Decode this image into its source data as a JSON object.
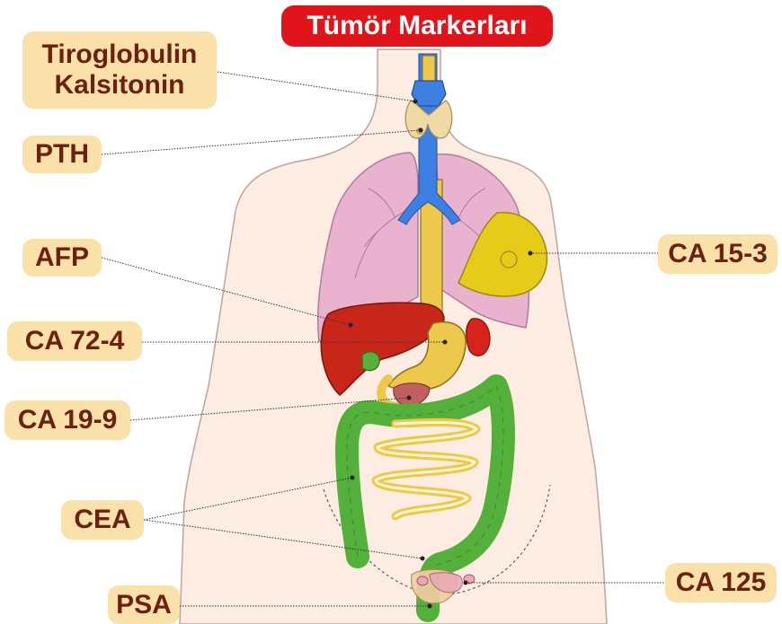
{
  "title": "Tümör Markerları",
  "colors": {
    "title_bg": "#e0151b",
    "label_bg": "#f9e1a9",
    "label_text": "#6b2010",
    "skin": "#fdece2",
    "lungs": "#e9b3cf",
    "liver": "#c9261a",
    "stomach": "#ecc94b",
    "breast": "#e6cc18",
    "intestine": "#53b03b",
    "trachea": "#3d7fe3"
  },
  "labels": {
    "tiroglobulin": "Tiroglobulin",
    "kalsitonin": "Kalsitonin",
    "pth": "PTH",
    "afp": "AFP",
    "ca724": "CA 72-4",
    "ca199": "CA 19-9",
    "cea": "CEA",
    "psa": "PSA",
    "ca153": "CA 15-3",
    "ca125": "CA 125"
  }
}
